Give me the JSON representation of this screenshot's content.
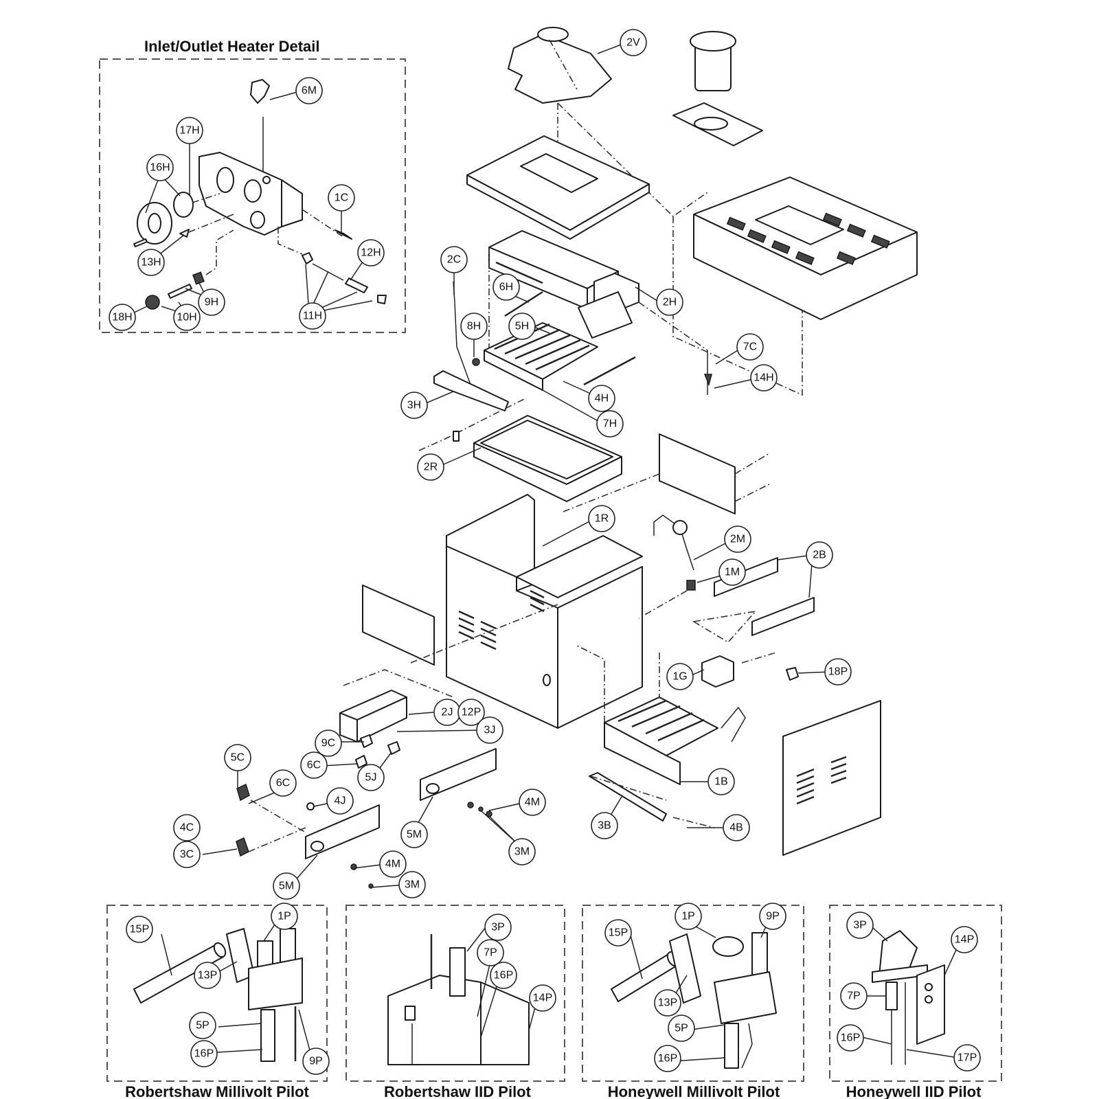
{
  "diagram": {
    "inset_title": "Inlet/Outlet Heater Detail",
    "pilot_captions": [
      "Robertshaw Millivolt Pilot",
      "Robertshaw IID Pilot",
      "Honeywell Millivolt Pilot",
      "Honeywell IID Pilot"
    ],
    "callouts": {
      "inset": [
        "6M",
        "17H",
        "16H",
        "1C",
        "13H",
        "12H",
        "9H",
        "11H",
        "18H",
        "10H"
      ],
      "main": [
        "2V",
        "2C",
        "6H",
        "8H",
        "5H",
        "2H",
        "7C",
        "14H",
        "4H",
        "3H",
        "7H",
        "2R",
        "1R",
        "2M",
        "1M",
        "2B",
        "1G",
        "18P",
        "2J",
        "12P",
        "3J",
        "9C",
        "6C",
        "5J",
        "1B",
        "5C",
        "6C",
        "4J",
        "4M",
        "5M",
        "3M",
        "3B",
        "4B",
        "4C",
        "3C",
        "4M",
        "5M",
        "3M"
      ],
      "robertshaw_millivolt": [
        "15P",
        "1P",
        "13P",
        "5P",
        "16P",
        "9P"
      ],
      "robertshaw_iid": [
        "3P",
        "7P",
        "16P",
        "14P"
      ],
      "honeywell_millivolt": [
        "15P",
        "1P",
        "9P",
        "13P",
        "5P",
        "16P"
      ],
      "honeywell_iid": [
        "3P",
        "14P",
        "7P",
        "16P",
        "17P"
      ]
    }
  }
}
